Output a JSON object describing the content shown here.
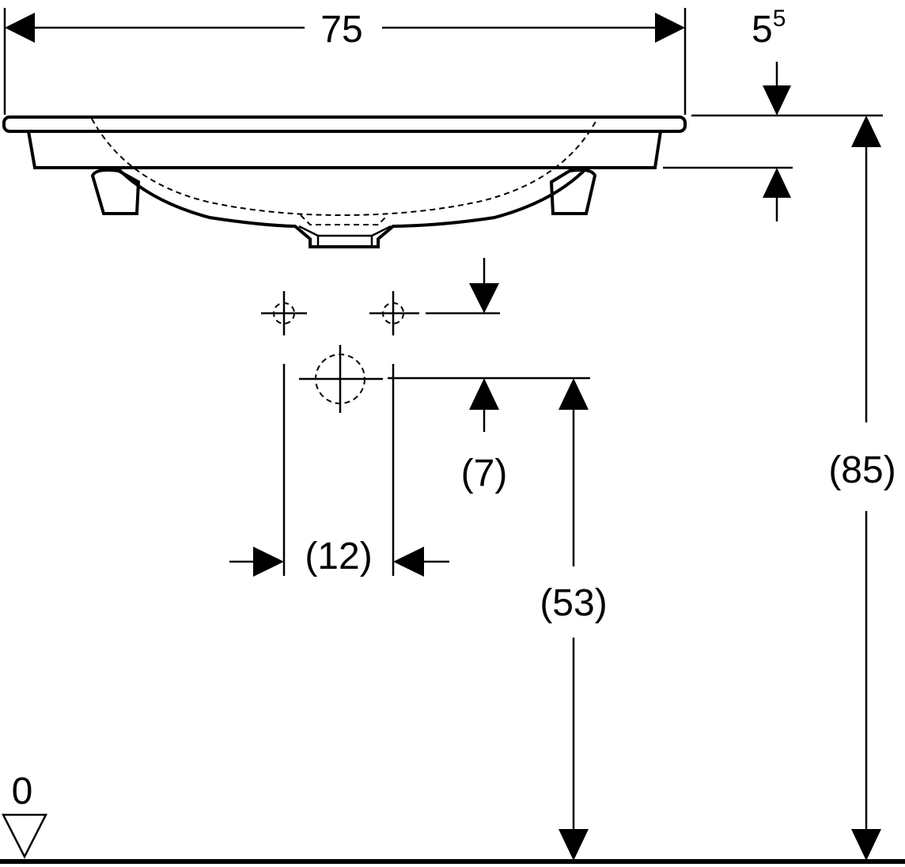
{
  "dimensions": {
    "width": "75",
    "rim_thickness_base": "5",
    "rim_thickness_sup": "5",
    "tap_hole_offset": "(7)",
    "tap_hole_spacing": "(12)",
    "waste_height": "(53)",
    "overall_height": "(85)",
    "floor_reference": "0"
  }
}
